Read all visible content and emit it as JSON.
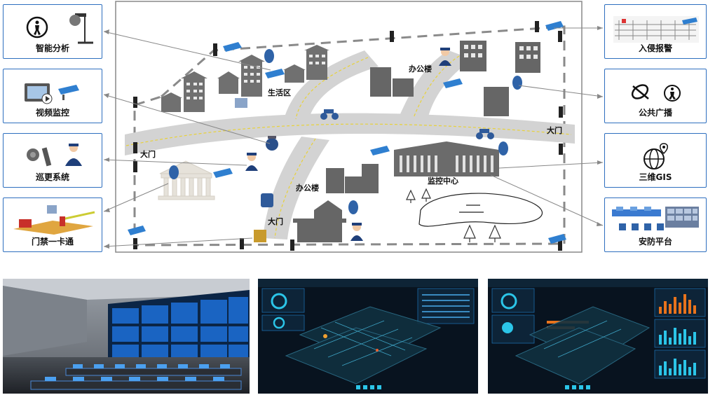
{
  "left_modules": [
    {
      "label": "智能分析",
      "icon": "intelligent-analysis-icon"
    },
    {
      "label": "视频监控",
      "icon": "video-surveillance-icon"
    },
    {
      "label": "巡更系统",
      "icon": "patrol-system-icon"
    },
    {
      "label": "门禁一卡通",
      "icon": "access-control-icon"
    }
  ],
  "right_modules": [
    {
      "label": "入侵报警",
      "icon": "intrusion-alarm-icon"
    },
    {
      "label": "公共广播",
      "icon": "public-broadcast-icon"
    },
    {
      "label": "三维GIS",
      "icon": "gis-globe-icon"
    },
    {
      "label": "安防平台",
      "icon": "security-platform-icon"
    }
  ],
  "map_labels": {
    "living_area": "生活区",
    "office_building_top": "办公楼",
    "office_building_bottom": "办公楼",
    "monitoring_center": "监控中心",
    "gate_left": "大门",
    "gate_right": "大门",
    "gate_bottom": "大门"
  },
  "colors": {
    "accent_blue": "#2e6fbf",
    "road_gray": "#d3d3d3",
    "building_gray": "#707070",
    "road_center_line": "#e8d23a"
  }
}
